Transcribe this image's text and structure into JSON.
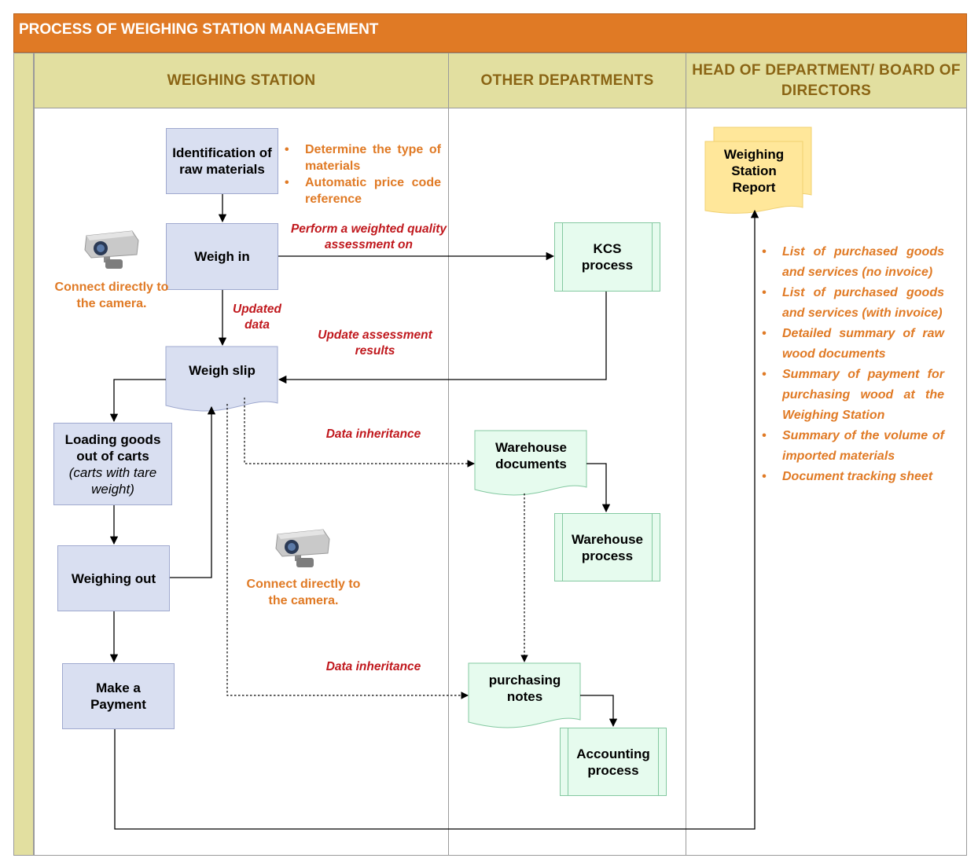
{
  "title": "PROCESS OF WEIGHING STATION MANAGEMENT",
  "lanes": {
    "weighing_station": "WEIGHING STATION",
    "other_departments": "OTHER DEPARTMENTS",
    "head": "HEAD OF DEPARTMENT/ BOARD OF DIRECTORS"
  },
  "nodes": {
    "identification": "Identification of raw materials",
    "weigh_in": "Weigh in",
    "weigh_slip": "Weigh slip",
    "loading_title": "Loading goods out of carts",
    "loading_note": "(carts with tare weight)",
    "weighing_out": "Weighing out",
    "make_payment": "Make a Payment",
    "kcs": "KCS process",
    "warehouse_docs": "Warehouse documents",
    "warehouse_process": "Warehouse process",
    "purchasing_notes": "purchasing notes",
    "accounting": "Accounting process",
    "report": "Weighing Station Report"
  },
  "identification_bullets": [
    "Determine the type of materials",
    "Automatic price code reference"
  ],
  "camera_labels": [
    "Connect directly to the camera.",
    "Connect directly to the camera."
  ],
  "edge_labels": {
    "perform": "Perform a weighted quality assessment on",
    "updated_data": "Updated data",
    "update_results": "Update assessment results",
    "data_inheritance_1": "Data inheritance",
    "data_inheritance_2": "Data inheritance"
  },
  "report_items": [
    "List of purchased goods and services (no invoice)",
    "List of purchased goods and services (with invoice)",
    "Detailed summary of raw wood documents",
    "Summary of payment for purchasing wood at the Weighing Station",
    "Summary of the volume of imported materials",
    "Document tracking sheet"
  ],
  "icons": [
    "camera-icon",
    "arrow-icon"
  ],
  "colors": {
    "title_bar": "#E07A25",
    "lane_header": "#E2DFA0",
    "lane_header_text": "#8A6414",
    "blue_box": "#D9DFF1",
    "green_box": "#E6FBEE",
    "report_doc": "#FFE79A",
    "edge_label": "#C0181D"
  }
}
